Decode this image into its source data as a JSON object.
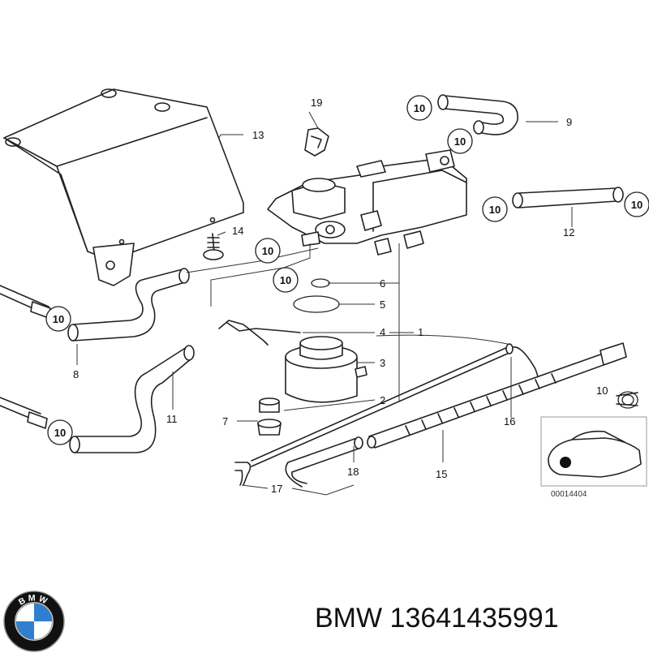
{
  "diagram": {
    "labels": {
      "l1": "1",
      "l2": "2",
      "l3": "3",
      "l4": "4",
      "l5": "5",
      "l6": "6",
      "l7": "7",
      "l8": "8",
      "l9": "9",
      "l11": "11",
      "l12": "12",
      "l13": "13",
      "l14": "14",
      "l15": "15",
      "l16": "16",
      "l17": "17",
      "l18": "18",
      "l19": "19"
    },
    "circled_label": "10",
    "image_code": "00014404"
  },
  "caption": {
    "brand": "BMW",
    "part_number": "13641435991"
  },
  "logo": {
    "lettering": "BMW",
    "colors": {
      "blue": "#2f7fd0",
      "white": "#ffffff",
      "black": "#111111"
    }
  }
}
